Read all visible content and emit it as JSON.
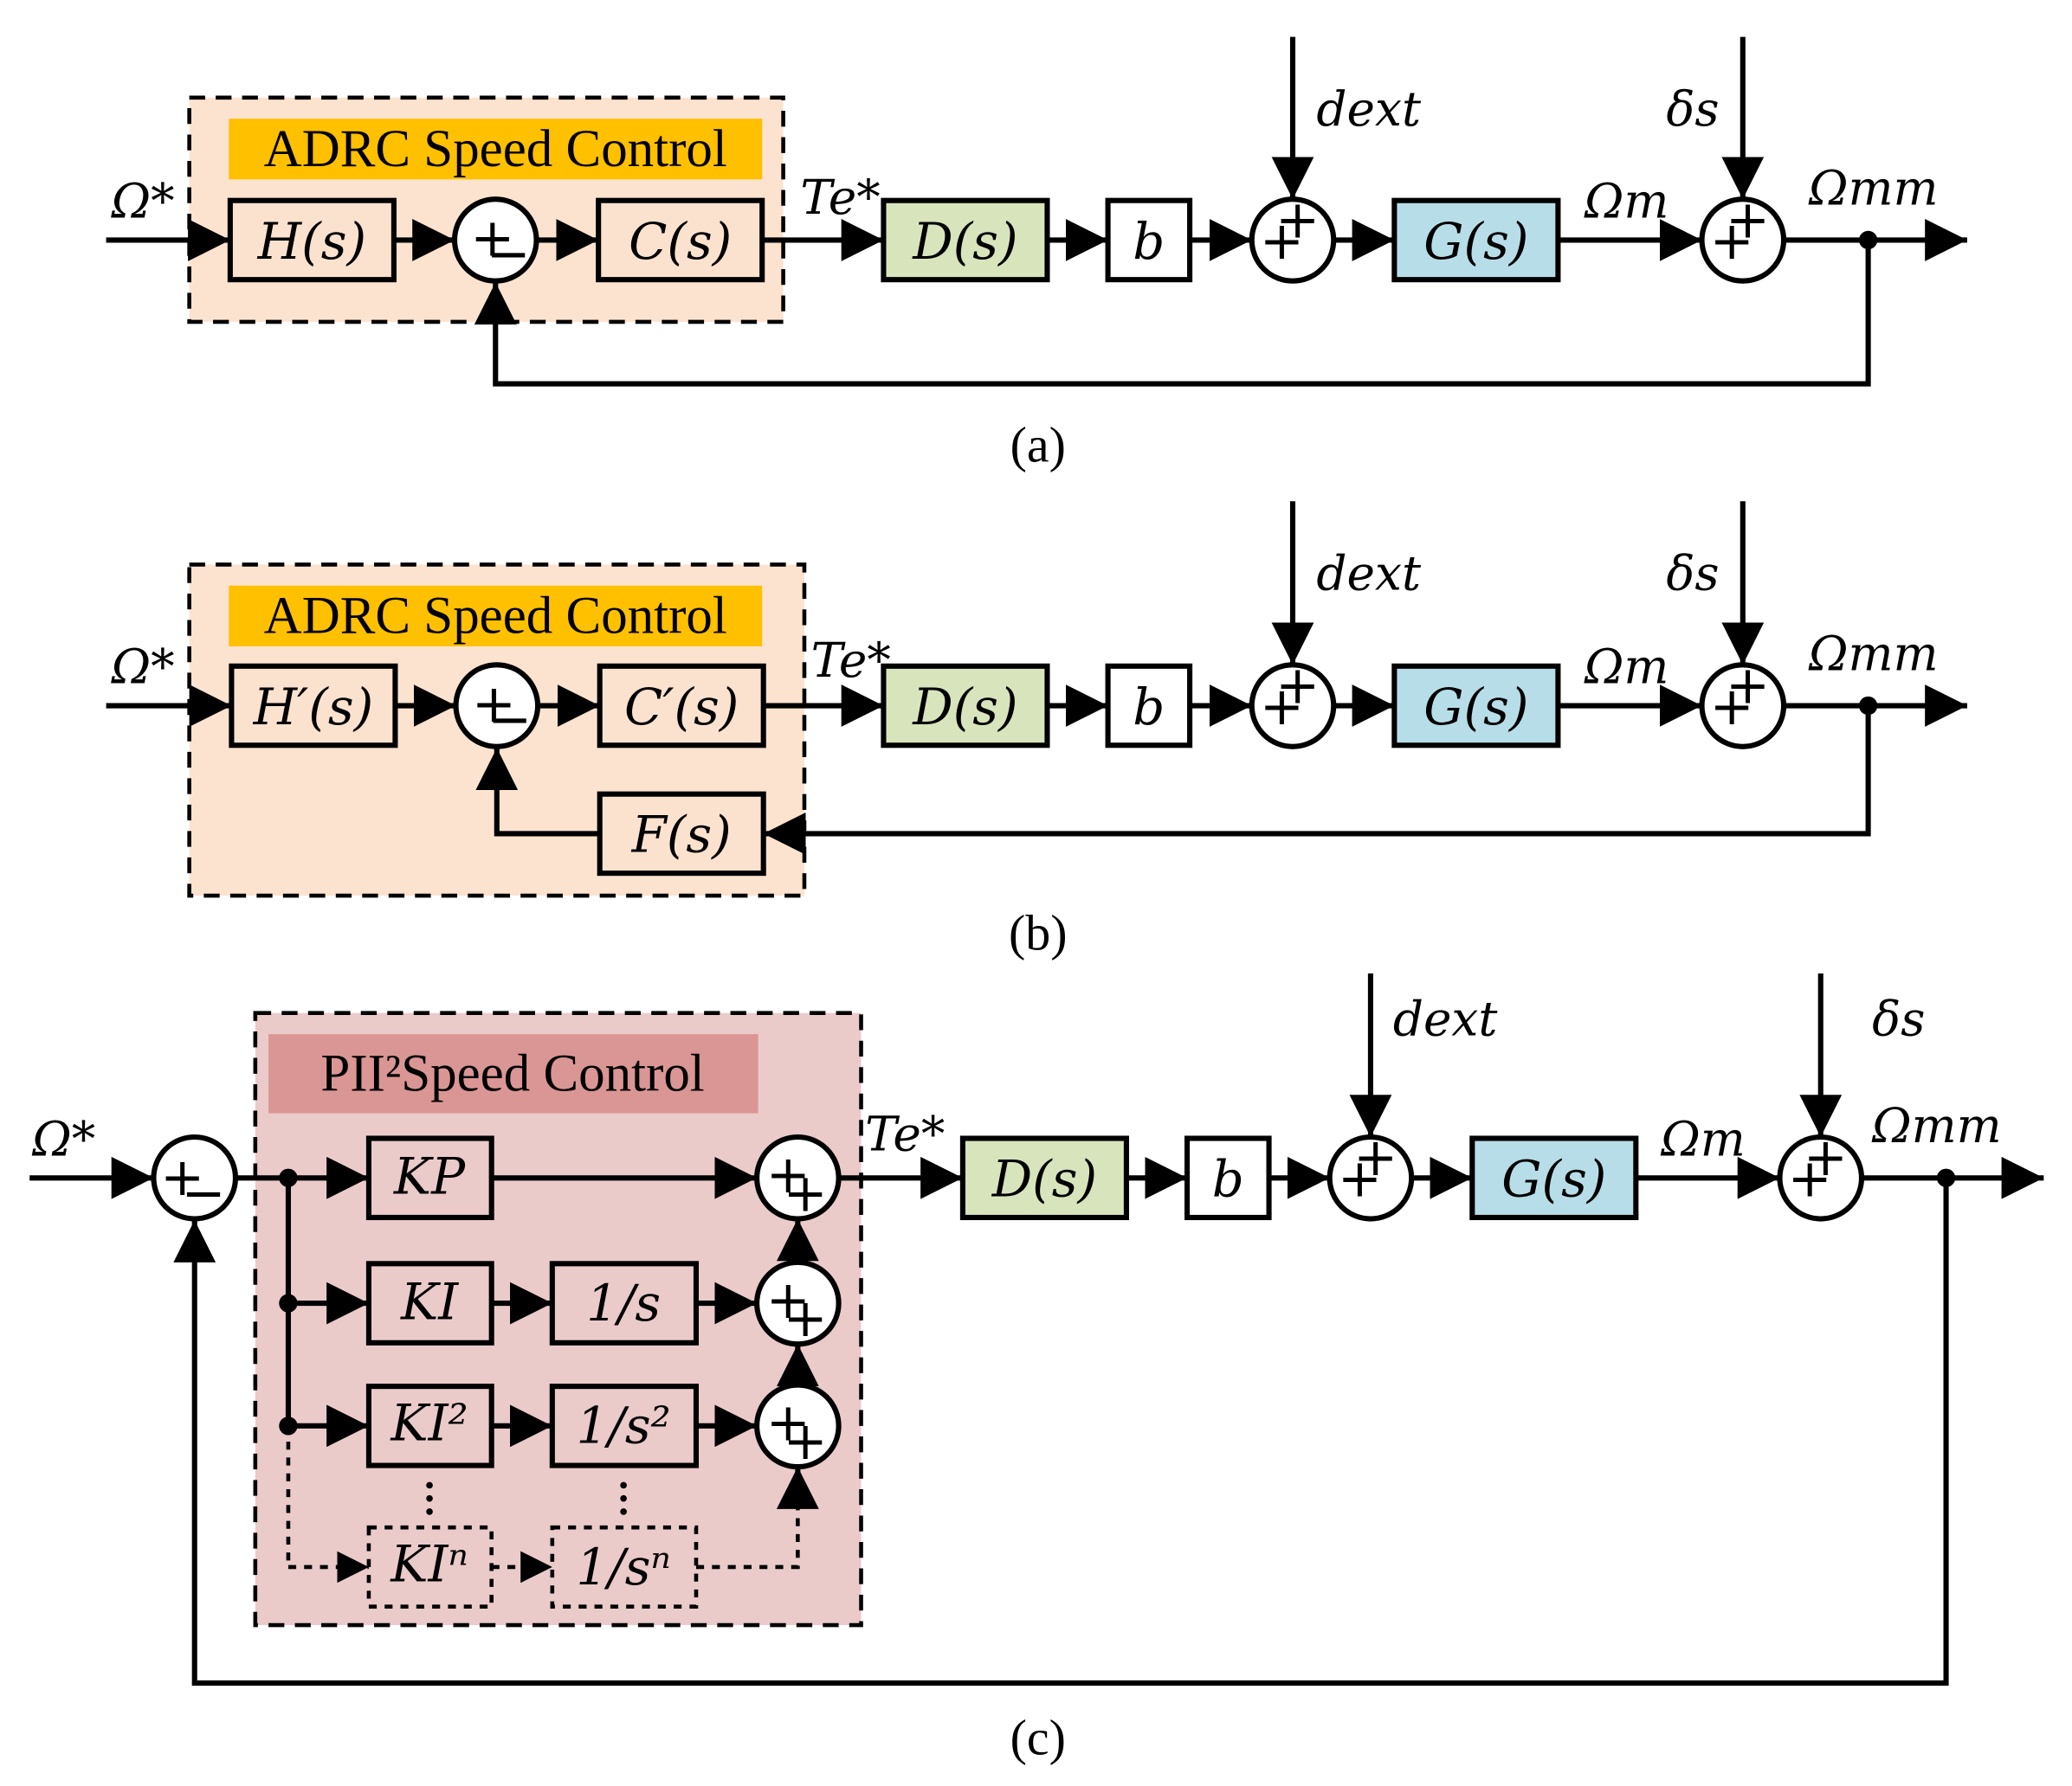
{
  "colors": {
    "adrc_region": "#FCE3CF",
    "adrc_title_bg": "#FFC000",
    "pii2_region": "#EBCACA",
    "pii2_title_bg": "#DA9694",
    "block_fill_peach": "#FBE2CF",
    "block_fill_pink": "#EBCACA",
    "d_block": "#D8E4BC",
    "g_block": "#B7DEE8",
    "b_block": "#FFFFFF"
  },
  "panel_a": {
    "caption": "(a)",
    "region_title": "ADRC Speed Control",
    "input": "Ω*",
    "h": "H(s)",
    "c": "C(s)",
    "te": "Te*",
    "d": "D(s)",
    "b": "b",
    "dext": "dext",
    "g": "G(s)",
    "omega_m": "Ωm",
    "delta": "δs",
    "omega_mm": "Ωmm"
  },
  "panel_b": {
    "caption": "(b)",
    "region_title": "ADRC Speed Control",
    "input": "Ω*",
    "h": "H′(s)",
    "c": "C′(s)",
    "f": "F(s)",
    "te": "Te*",
    "d": "D(s)",
    "b": "b",
    "dext": "dext",
    "g": "G(s)",
    "omega_m": "Ωm",
    "delta": "δs",
    "omega_mm": "Ωmm"
  },
  "panel_c": {
    "caption": "(c)",
    "region_title": "PII²Speed Control",
    "input": "Ω*",
    "kp": "KP",
    "ki": "KI",
    "ki2": "KI²",
    "kin": "KIⁿ",
    "int1": "1/s",
    "int2": "1/s²",
    "intn": "1/sⁿ",
    "te": "Te*",
    "d": "D(s)",
    "b": "b",
    "dext": "dext",
    "g": "G(s)",
    "omega_m": "Ωm",
    "delta": "δs",
    "omega_mm": "Ωmm"
  }
}
